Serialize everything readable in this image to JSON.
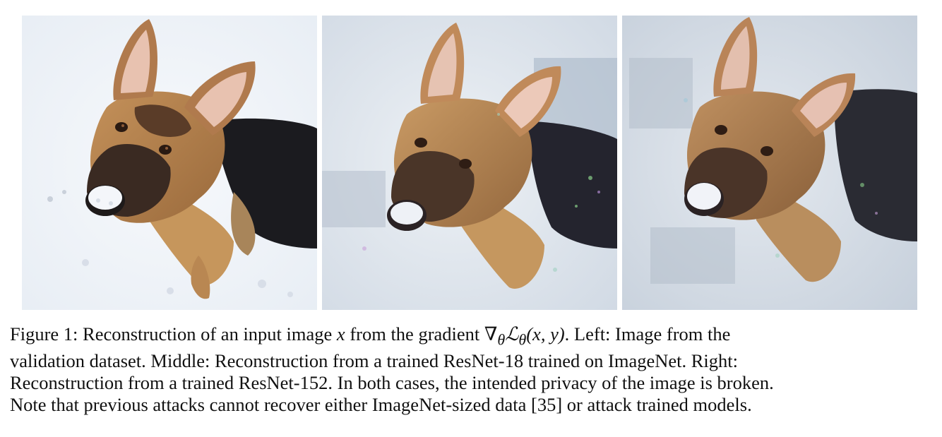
{
  "figure": {
    "panels": [
      {
        "name": "original-image"
      },
      {
        "name": "reconstruction-resnet18"
      },
      {
        "name": "reconstruction-resnet152"
      }
    ],
    "caption_lines": [
      {
        "before": "Figure 1: Reconstruction of an input image ",
        "var": "x",
        "middle": " from the gradient ",
        "grad": "∇",
        "grad_sub": "θ",
        "loss": "ℒ",
        "loss_sub": "θ",
        "args": "(x, y)",
        "after": ". Left: Image from the"
      },
      {
        "text": "validation dataset. Middle: Reconstruction from a trained ResNet-18 trained on ImageNet. Right:"
      },
      {
        "text": "Reconstruction from a trained ResNet-152. In both cases, the intended privacy of the image is broken."
      },
      {
        "text": "Note that previous attacks cannot recover either ImageNet-sized data [35] or attack trained models."
      }
    ]
  }
}
